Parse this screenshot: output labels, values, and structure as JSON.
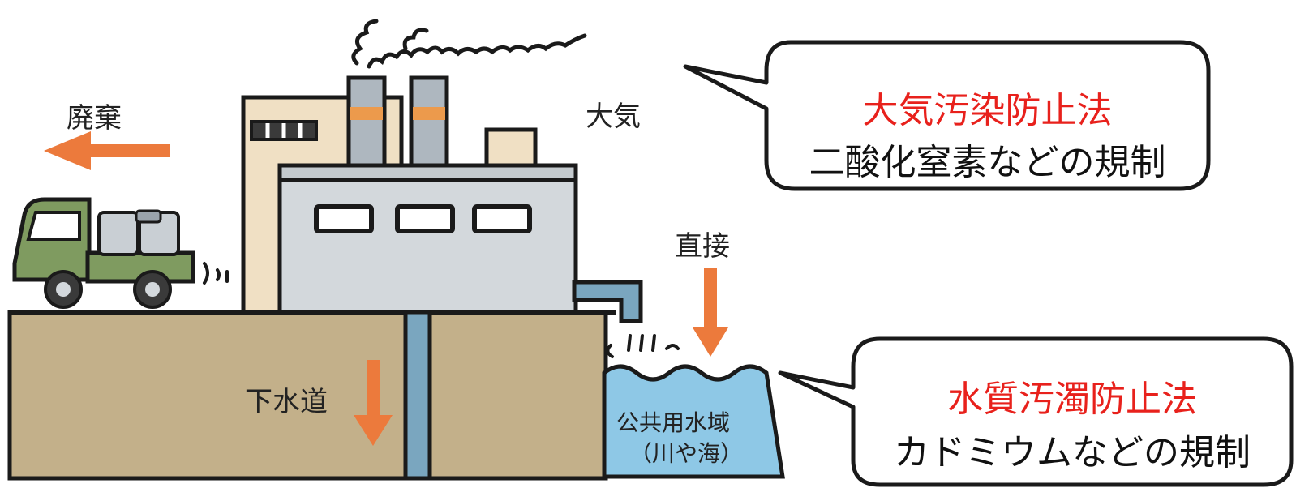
{
  "labels": {
    "disposal": "廃棄",
    "atmosphere": "大気",
    "direct": "直接",
    "sewer": "下水道",
    "public_water_line1": "公共用水域",
    "public_water_line2": "（川や海）"
  },
  "callouts": {
    "air": {
      "title": "大気汚染防止法",
      "desc": "二酸化窒素などの規制"
    },
    "water": {
      "title": "水質汚濁防止法",
      "desc": "カドミウムなどの規制"
    }
  },
  "colors": {
    "law_title": "#e8211c",
    "arrow": "#ec7a3c",
    "ground": "#c3b08a",
    "water": "#8ec8e6",
    "factory_main": "#d3d8dc",
    "factory_back": "#f0e0c4",
    "truck": "#7f9b60",
    "pipe": "#7aa6bf"
  }
}
